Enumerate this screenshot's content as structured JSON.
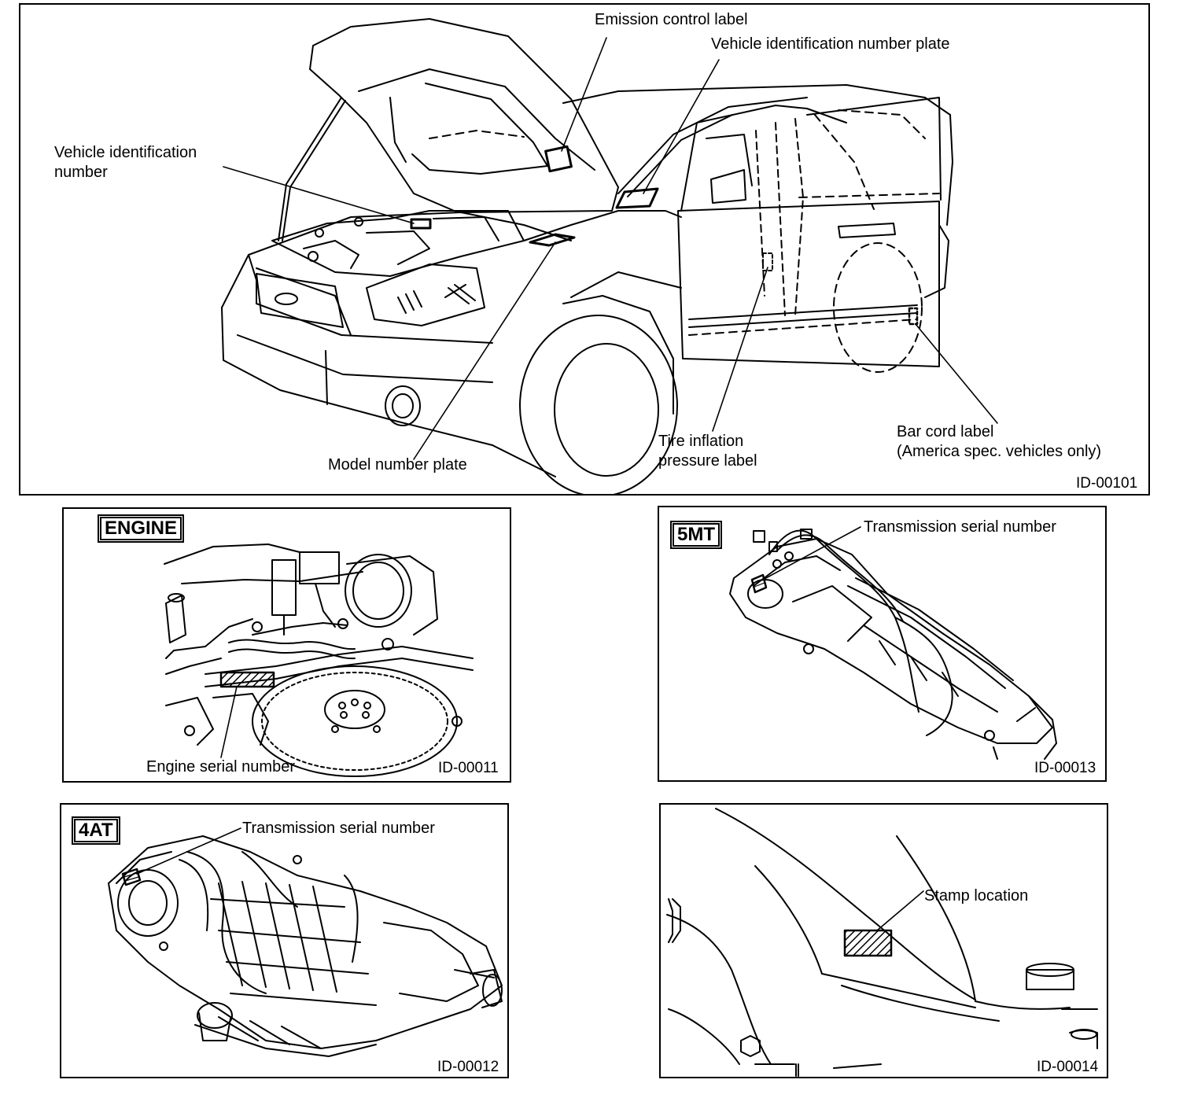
{
  "main": {
    "labels": {
      "emission": "Emission control label",
      "vin_plate": "Vehicle identification number plate",
      "vin": "Vehicle identification\nnumber",
      "model_plate": "Model number plate",
      "tire": "Tire inflation\npressure label",
      "barcode": "Bar cord label\n(America spec. vehicles only)"
    },
    "figure_id": "ID-00101"
  },
  "engine": {
    "tag": "ENGINE",
    "label": "Engine serial number",
    "figure_id": "ID-00011"
  },
  "mt5": {
    "tag": "5MT",
    "label": "Transmission serial number",
    "figure_id": "ID-00013"
  },
  "at4": {
    "tag": "4AT",
    "label": "Transmission serial number",
    "figure_id": "ID-00012"
  },
  "stamp": {
    "label": "Stamp location",
    "figure_id": "ID-00014"
  }
}
